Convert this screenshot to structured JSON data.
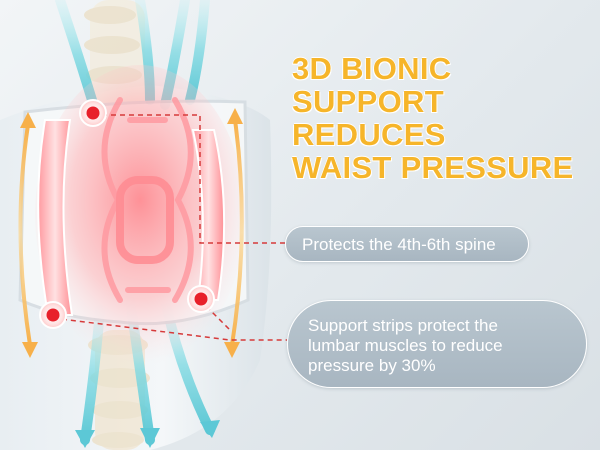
{
  "headline": {
    "lines": [
      "3D BIONIC",
      "SUPPORT REDUCES",
      "WAIST PRESSURE"
    ]
  },
  "callouts": {
    "spine": "Protects the 4th-6th spine",
    "strips": [
      "Support strips protect the",
      "lumbar muscles to reduce",
      "pressure by 30%"
    ]
  },
  "colors": {
    "headline": "#f6b52a",
    "callout_bg": "#aebcc6",
    "marker": "#e8202a",
    "leader": "#d63a3a"
  },
  "icons": [
    "spine-illustration",
    "lumbar-support-pad",
    "marker-dot",
    "arrow-up",
    "arrow-down"
  ]
}
